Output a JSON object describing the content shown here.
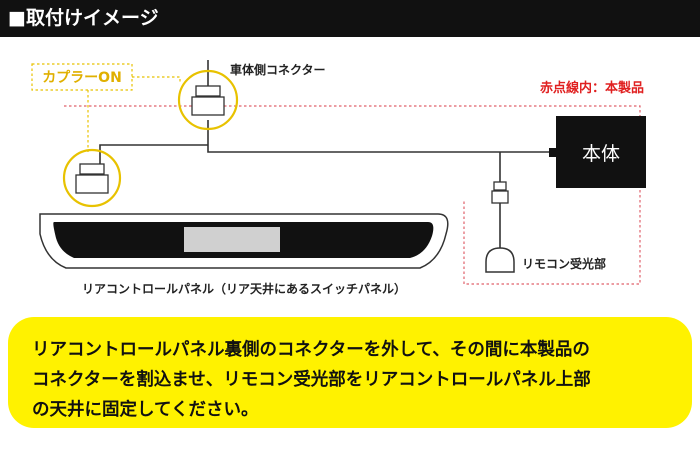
{
  "header": {
    "title": "■取付けイメージ"
  },
  "diagram": {
    "coupler_label": "カプラーON",
    "vehicle_connector_label": "車体側コネクター",
    "red_dotted_note": "赤点線内：本製品",
    "main_unit_label": "本体",
    "remote_receiver_label": "リモコン受光部",
    "panel_caption": "リアコントロールパネル（リア天井にあるスイッチパネル）",
    "colors": {
      "red_dotted": "#e0606a",
      "yellow": "#e8c200",
      "coupler_label": "#e0b000",
      "note_red": "#e02020"
    }
  },
  "instruction": {
    "lines": [
      "リアコントロールパネル裏側のコネクターを外して、その間に本製品の",
      "コネクターを割込ませ、リモコン受光部をリアコントロールパネル上部",
      "の天井に固定してください。"
    ]
  }
}
